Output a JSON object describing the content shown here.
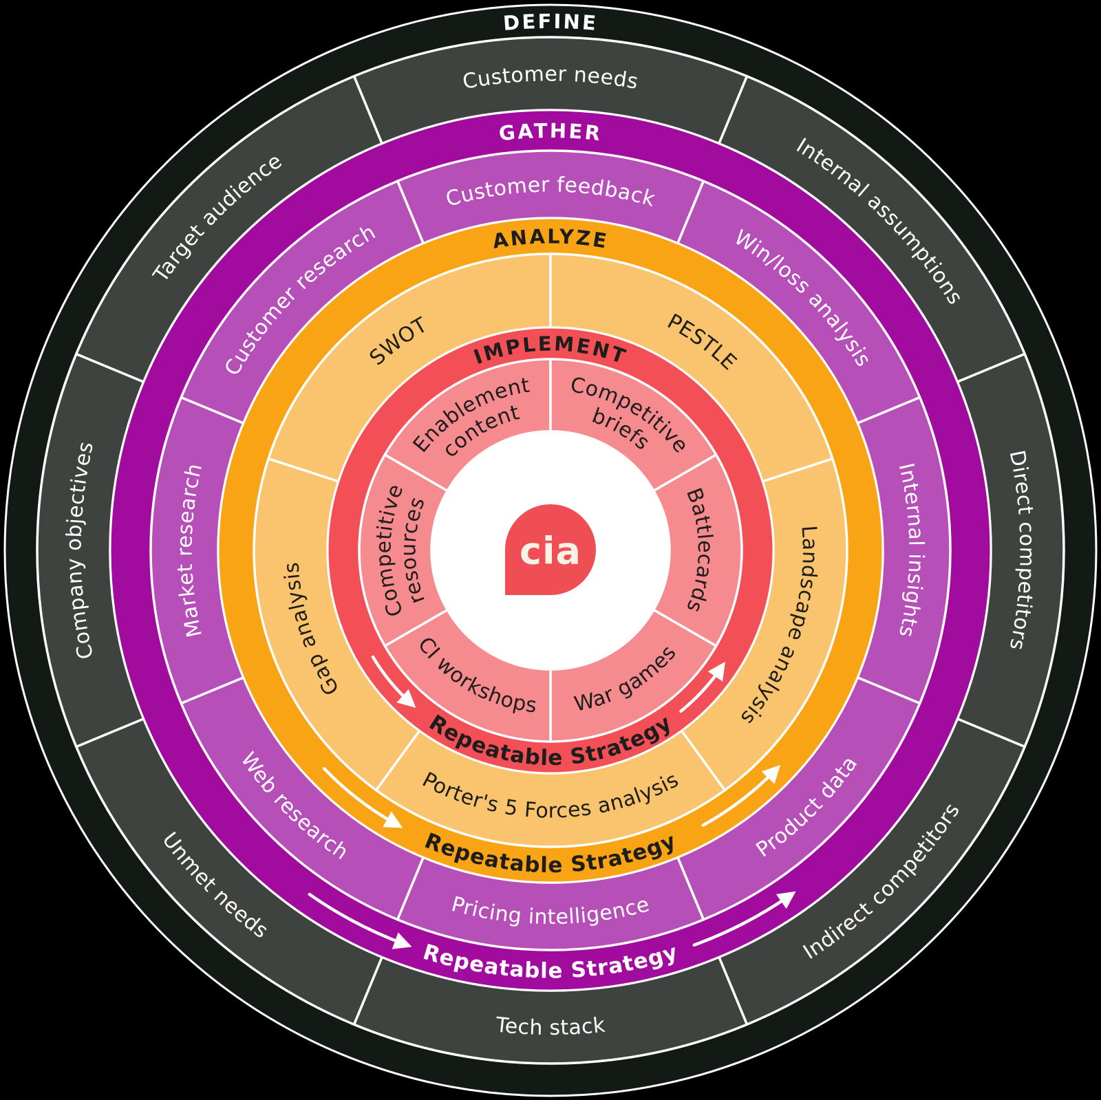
{
  "background": "#000000",
  "stroke_color": "#ffffff",
  "arrow_color": "#ffffff",
  "center": {
    "fill": "#ffffff"
  },
  "logo": {
    "text": "cia",
    "bubble_color": "#ef4e54",
    "text_color": "#f7f1e6"
  },
  "rings": [
    {
      "id": "define",
      "label": "DEFINE",
      "band_color": "#131a15",
      "segment_color": "#3e433f",
      "label_color": "#ffffff",
      "segment_text_color": "#ffffff",
      "repeat_label": null,
      "segments": [
        {
          "label": "Customer needs",
          "angle": 0
        },
        {
          "label": "Internal assumptions",
          "angle": 45
        },
        {
          "label": "Direct competitors",
          "angle": 90
        },
        {
          "label": "Indirect competitors",
          "angle": 135
        },
        {
          "label": "Tech stack",
          "angle": 180
        },
        {
          "label": "Unmet needs",
          "angle": 225
        },
        {
          "label": "Company objectives",
          "angle": 270
        },
        {
          "label": "Target audience",
          "angle": 315
        }
      ]
    },
    {
      "id": "gather",
      "label": "GATHER",
      "band_color": "#a20c9e",
      "segment_color": "#b64fb8",
      "label_color": "#ffffff",
      "segment_text_color": "#ffffff",
      "repeat_label": "Repeatable Strategy",
      "repeat_color": "#ffffff",
      "segments": [
        {
          "label": "Customer feedback",
          "angle": 0
        },
        {
          "label": "Win/loss analysis",
          "angle": 45
        },
        {
          "label": "Internal insights",
          "angle": 90
        },
        {
          "label": "Product data",
          "angle": 135
        },
        {
          "label": "Pricing intelligence",
          "angle": 180
        },
        {
          "label": "Web research",
          "angle": 225
        },
        {
          "label": "Market research",
          "angle": 270
        },
        {
          "label": "Customer research",
          "angle": 315
        }
      ]
    },
    {
      "id": "analyze",
      "label": "ANALYZE",
      "band_color": "#f9a415",
      "segment_color": "#f9c46d",
      "label_color": "#1d1d1b",
      "segment_text_color": "#1d1d1b",
      "repeat_label": "Repeatable Strategy",
      "repeat_color": "#1d1d1b",
      "segments": [
        {
          "label": "SWOT",
          "angle": 324
        },
        {
          "label": "PESTLE",
          "angle": 36
        },
        {
          "label": "Landscape analysis",
          "angle": 108
        },
        {
          "label": "Porter's 5 Forces analysis",
          "angle": 180
        },
        {
          "label": "Gap analysis",
          "angle": 252
        }
      ]
    },
    {
      "id": "implement",
      "label": "IMPLEMENT",
      "band_color": "#f24f57",
      "segment_color": "#f68b8f",
      "label_color": "#1d1d1b",
      "segment_text_color": "#1d1d1b",
      "repeat_label": "Repeatable Strategy",
      "repeat_color": "#1d1d1b",
      "segments": [
        {
          "label": "Enablement content",
          "lines": [
            "Enablement",
            "content"
          ],
          "angle": 330
        },
        {
          "label": "Competitive briefs",
          "lines": [
            "Competitive",
            "briefs"
          ],
          "angle": 30
        },
        {
          "label": "Battlecards",
          "angle": 90
        },
        {
          "label": "War games",
          "angle": 150
        },
        {
          "label": "CI workshops",
          "angle": 210
        },
        {
          "label": "Competitive resources",
          "lines": [
            "Competitive",
            "resources"
          ],
          "angle": 270
        }
      ]
    }
  ]
}
